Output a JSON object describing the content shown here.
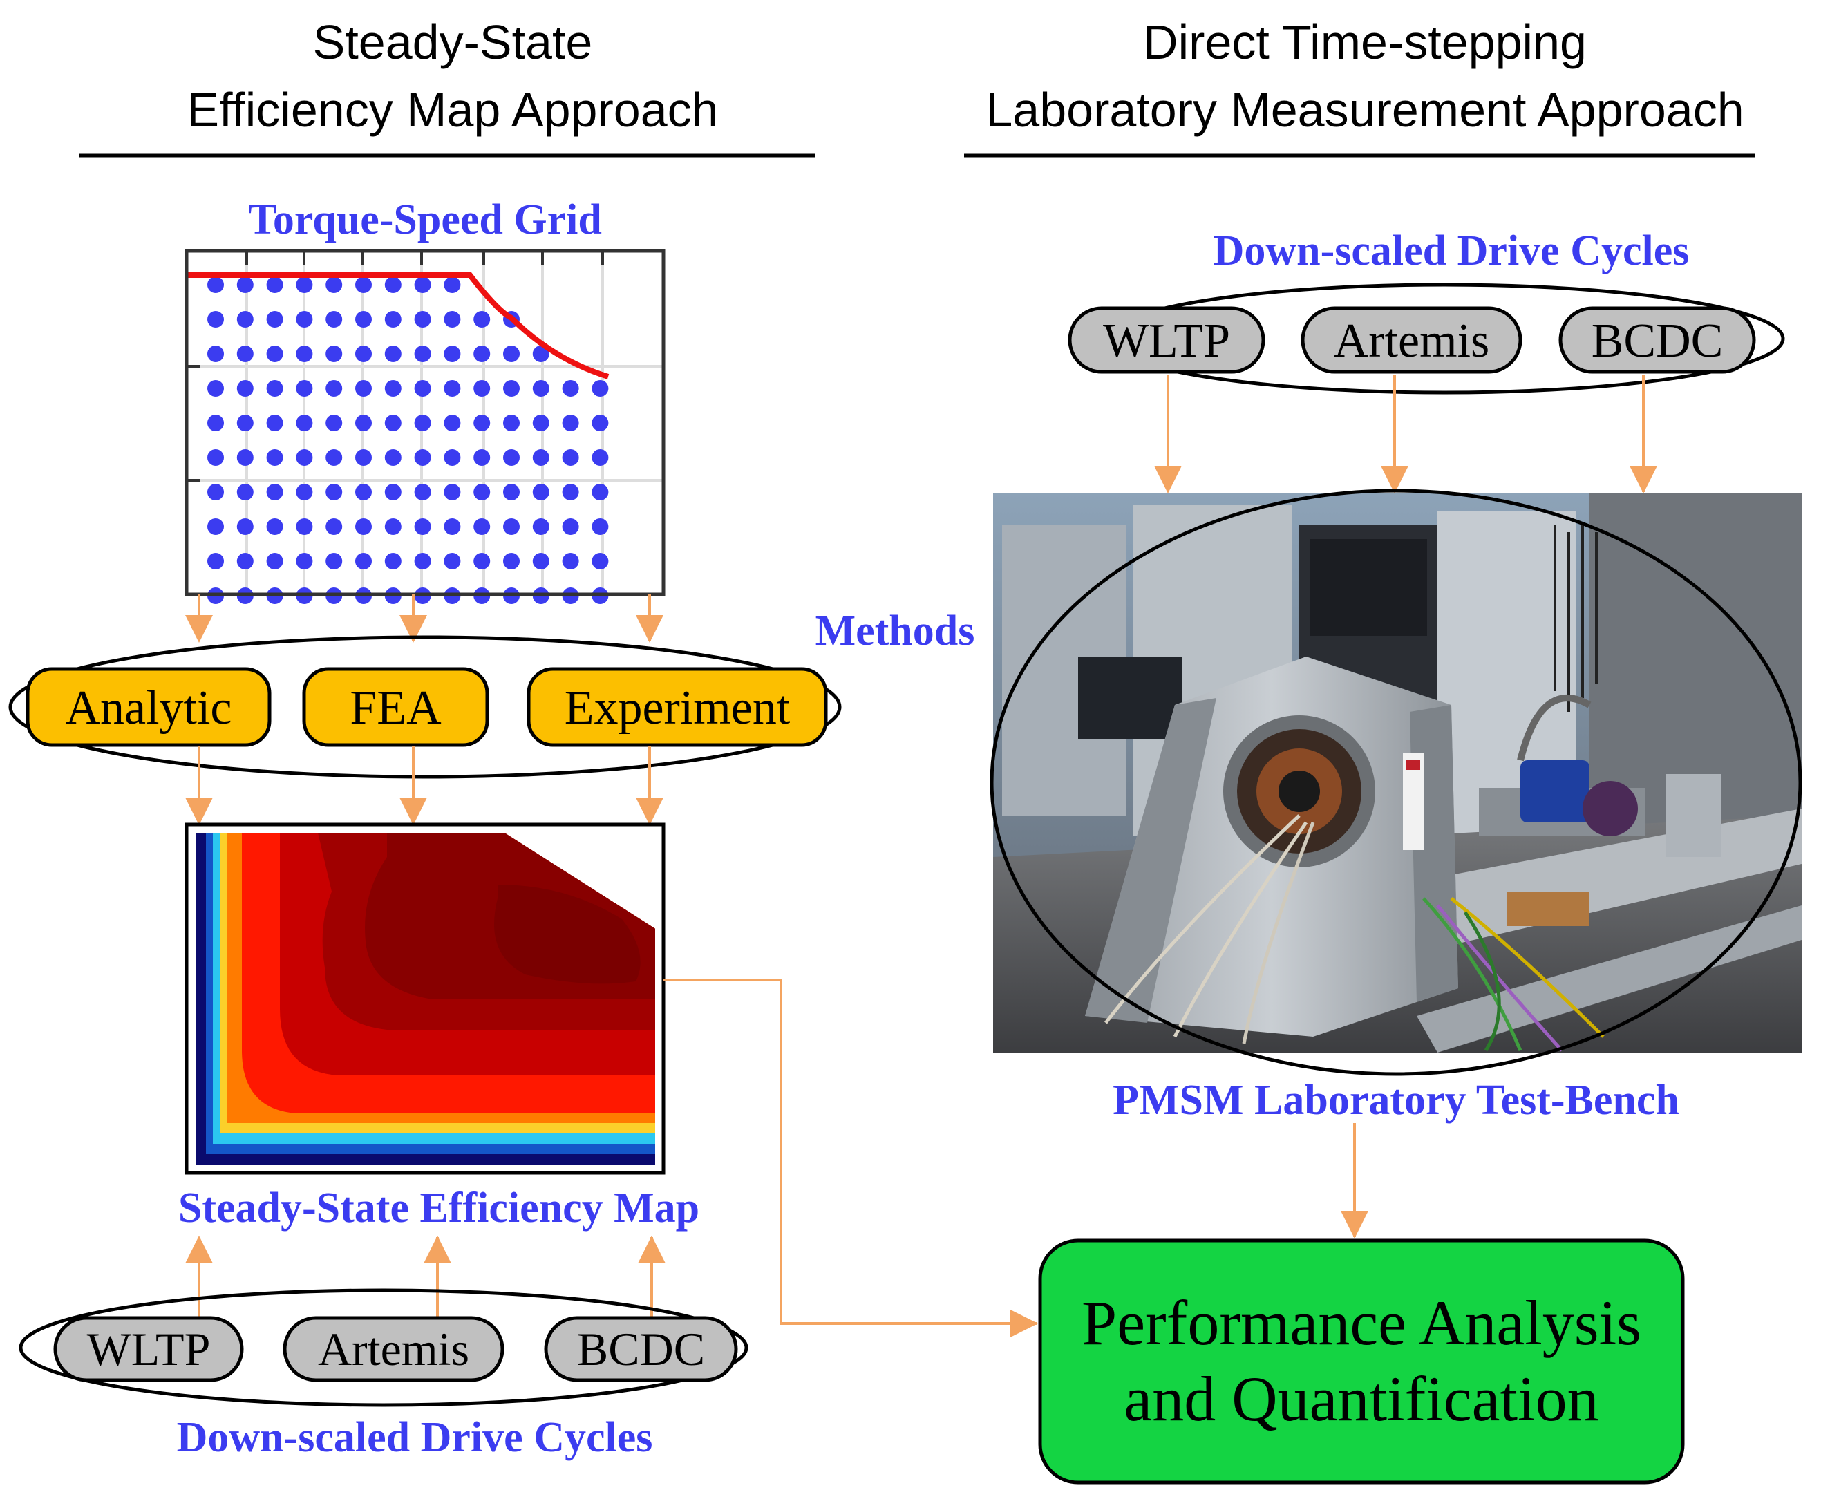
{
  "left_header": {
    "line1": "Steady-State",
    "line2": "Efficiency Map Approach"
  },
  "right_header": {
    "line1": "Direct Time-stepping",
    "line2": "Laboratory Measurement Approach"
  },
  "torque_speed_grid": {
    "title": "Torque-Speed Grid",
    "dot_color": "#3b3cf0",
    "limit_line_color": "#ee1111"
  },
  "methods": {
    "label": "Methods",
    "items": [
      "Analytic",
      "FEA",
      "Experiment"
    ],
    "fill_color": "#fcbf00"
  },
  "efficiency_map": {
    "caption": "Steady-State Efficiency Map"
  },
  "left_drive_cycles": {
    "label": "Down-scaled Drive Cycles",
    "items": [
      "WLTP",
      "Artemis",
      "BCDC"
    ]
  },
  "right_drive_cycles": {
    "label": "Down-scaled Drive Cycles",
    "items": [
      "WLTP",
      "Artemis",
      "BCDC"
    ]
  },
  "test_bench": {
    "caption": "PMSM Laboratory Test-Bench",
    "photo_icon": "pmsm-test-bench-photo"
  },
  "result": {
    "line1": "Performance Analysis",
    "line2": "and Quantification",
    "fill_color": "#14d443"
  },
  "colors": {
    "label_blue": "#3b3cf0",
    "arrow_orange": "#f4a460",
    "pill_gray": "#c0c0c0"
  }
}
